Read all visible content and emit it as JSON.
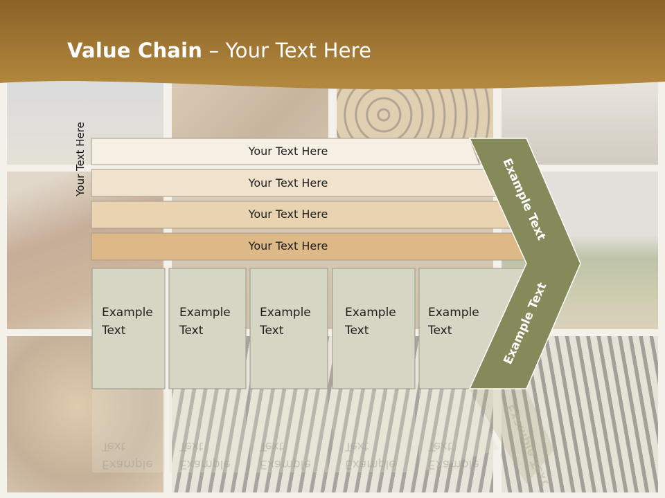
{
  "slide": {
    "title_bold": "Value Chain",
    "title_rest": " – Your Text Here",
    "vertical_label": "Your Text Here"
  },
  "bars": [
    {
      "label": "Your Text Here",
      "color": "#f6efe4"
    },
    {
      "label": "Your Text Here",
      "color": "#f0e2cd"
    },
    {
      "label": "Your Text Here",
      "color": "#e9d3b0"
    },
    {
      "label": "Your Text Here",
      "color": "#dcb987"
    }
  ],
  "columns": [
    {
      "line1": "Example",
      "line2": "Text"
    },
    {
      "line1": "Example",
      "line2": "Text"
    },
    {
      "line1": "Example",
      "line2": "Text"
    },
    {
      "line1": "Example",
      "line2": "Text"
    },
    {
      "line1": "Example",
      "line2": "Text"
    }
  ],
  "chevron": {
    "upper_label": "Example Text",
    "lower_label": "Example Text",
    "color": "#848a5a"
  },
  "colors": {
    "header_brown": "#a8782e",
    "column_fill": "#d6d6c4",
    "column_border": "#9a9a88"
  }
}
